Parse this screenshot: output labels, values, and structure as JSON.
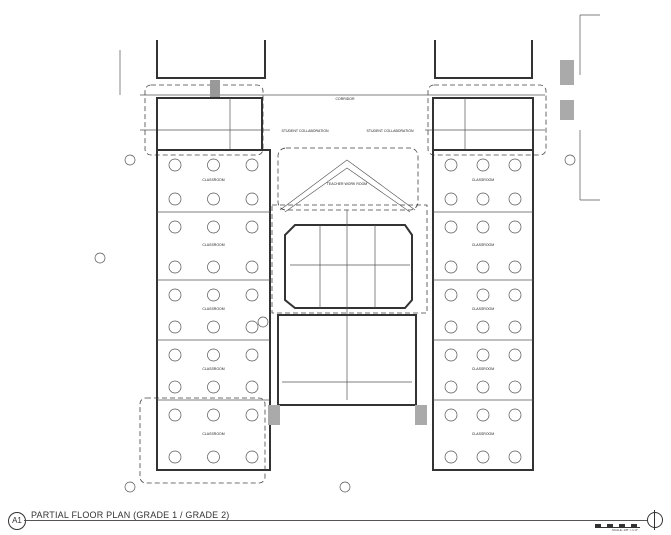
{
  "sheet": {
    "drawing_number": "A1",
    "title": "PARTIAL FLOOR PLAN (GRADE 1 / GRADE 2)",
    "scale_note": "SCALE: 1/8\" = 1'-0\""
  },
  "rooms": {
    "corridor": "CORRIDOR",
    "collab_left": "STUDENT COLLABORATION",
    "collab_right": "STUDENT COLLABORATION",
    "teacher_work": "TEACHER WORK ROOM",
    "classroom": "CLASSROOM"
  }
}
